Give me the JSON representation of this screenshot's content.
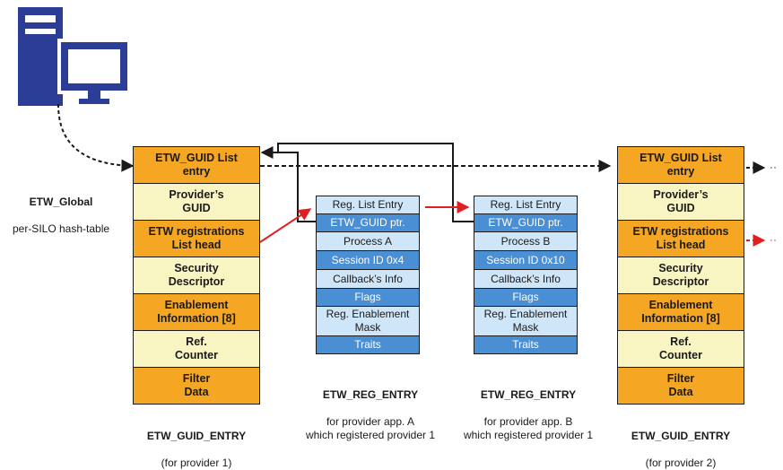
{
  "colors": {
    "orange": "#f5a623",
    "cream": "#f9f5c2",
    "light_blue": "#cfe5f8",
    "dark_blue": "#4a8fd3",
    "icon_blue": "#2b3d96",
    "arrow_red": "#e02020",
    "line_black": "#1a1a1a"
  },
  "icon": "computer-server-icon",
  "global_label": {
    "title": "ETW_Global",
    "subtitle": "per-SILO hash-table"
  },
  "guid_entry_fields": [
    {
      "text": "ETW_GUID List\nentry",
      "color": "orange"
    },
    {
      "text": "Provider’s\nGUID",
      "color": "cream"
    },
    {
      "text": "ETW registrations\nList head",
      "color": "orange"
    },
    {
      "text": "Security\nDescriptor",
      "color": "cream"
    },
    {
      "text": "Enablement\nInformation [8]",
      "color": "orange"
    },
    {
      "text": "Ref.\nCounter",
      "color": "cream"
    },
    {
      "text": "Filter\nData",
      "color": "orange"
    }
  ],
  "guid_entries": [
    {
      "title": "ETW_GUID_ENTRY",
      "subtitle": "(for provider 1)"
    },
    {
      "title": "ETW_GUID_ENTRY",
      "subtitle": "(for provider 2)"
    }
  ],
  "reg_entries": [
    {
      "fields": [
        {
          "text": "Reg. List Entry",
          "style": "light"
        },
        {
          "text": "ETW_GUID ptr.",
          "style": "dark"
        },
        {
          "text": "Process A",
          "style": "light"
        },
        {
          "text": "Session ID 0x4",
          "style": "dark"
        },
        {
          "text": "Callback’s Info",
          "style": "light"
        },
        {
          "text": "Flags",
          "style": "dark"
        },
        {
          "text": "Reg. Enablement\nMask",
          "style": "light"
        },
        {
          "text": "Traits",
          "style": "dark"
        }
      ],
      "title": "ETW_REG_ENTRY",
      "subtitle": "for provider app. A\nwhich registered provider 1"
    },
    {
      "fields": [
        {
          "text": "Reg. List Entry",
          "style": "light"
        },
        {
          "text": "ETW_GUID ptr.",
          "style": "dark"
        },
        {
          "text": "Process B",
          "style": "light"
        },
        {
          "text": "Session ID 0x10",
          "style": "dark"
        },
        {
          "text": "Callback’s Info",
          "style": "light"
        },
        {
          "text": "Flags",
          "style": "dark"
        },
        {
          "text": "Reg. Enablement\nMask",
          "style": "light"
        },
        {
          "text": "Traits",
          "style": "dark"
        }
      ],
      "title": "ETW_REG_ENTRY",
      "subtitle": "for provider app. B\nwhich registered provider 1"
    }
  ]
}
